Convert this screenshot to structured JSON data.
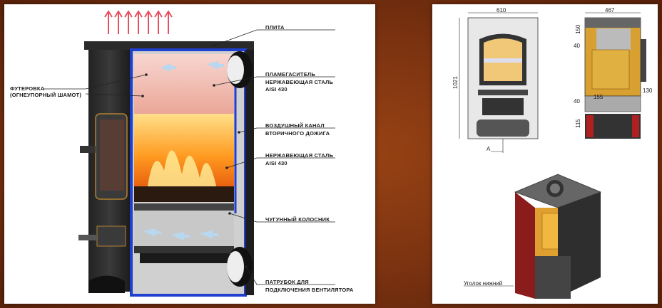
{
  "labels": {
    "plate": "ПЛИТА",
    "lining_1": "ФУТЕРОВКА",
    "lining_2": "(ОГНЕУПОРНЫЙ ШАМОТ)",
    "flame_1": "ПЛАМЕГАСИТЕЛЬ",
    "flame_2": "НЕРЖАВЕЮЩАЯ СТАЛЬ",
    "flame_3": "AISI 430",
    "air_1": "ВОЗДУШНЫЙ КАНАЛ",
    "air_2": "ВТОРИЧНОГО ДОЖИГА",
    "steel_1": "НЕРЖАВЕЮЩАЯ СТАЛЬ",
    "steel_2": "AISI 430",
    "grate": "ЧУГУННЫЙ КОЛОСНИК",
    "pipe_1": "ПАТРУБОК ДЛЯ",
    "pipe_2": "ПОДКЛЮЧЕНИЯ ВЕНТИЛЯТОРА"
  },
  "dimensions": {
    "width_front": "610",
    "width_side": "467",
    "height_total": "1021",
    "d150": "150",
    "d40a": "40",
    "d130": "130",
    "d155": "155",
    "d40b": "40",
    "d115": "115",
    "section": "A"
  },
  "iso_label": "Уголок нижний",
  "colors": {
    "background": "#7a3210",
    "flame": "#ff7a10",
    "outline_blue": "#1f3fd0",
    "firebrick": "#a02020",
    "chamotte": "#d89a2a"
  }
}
